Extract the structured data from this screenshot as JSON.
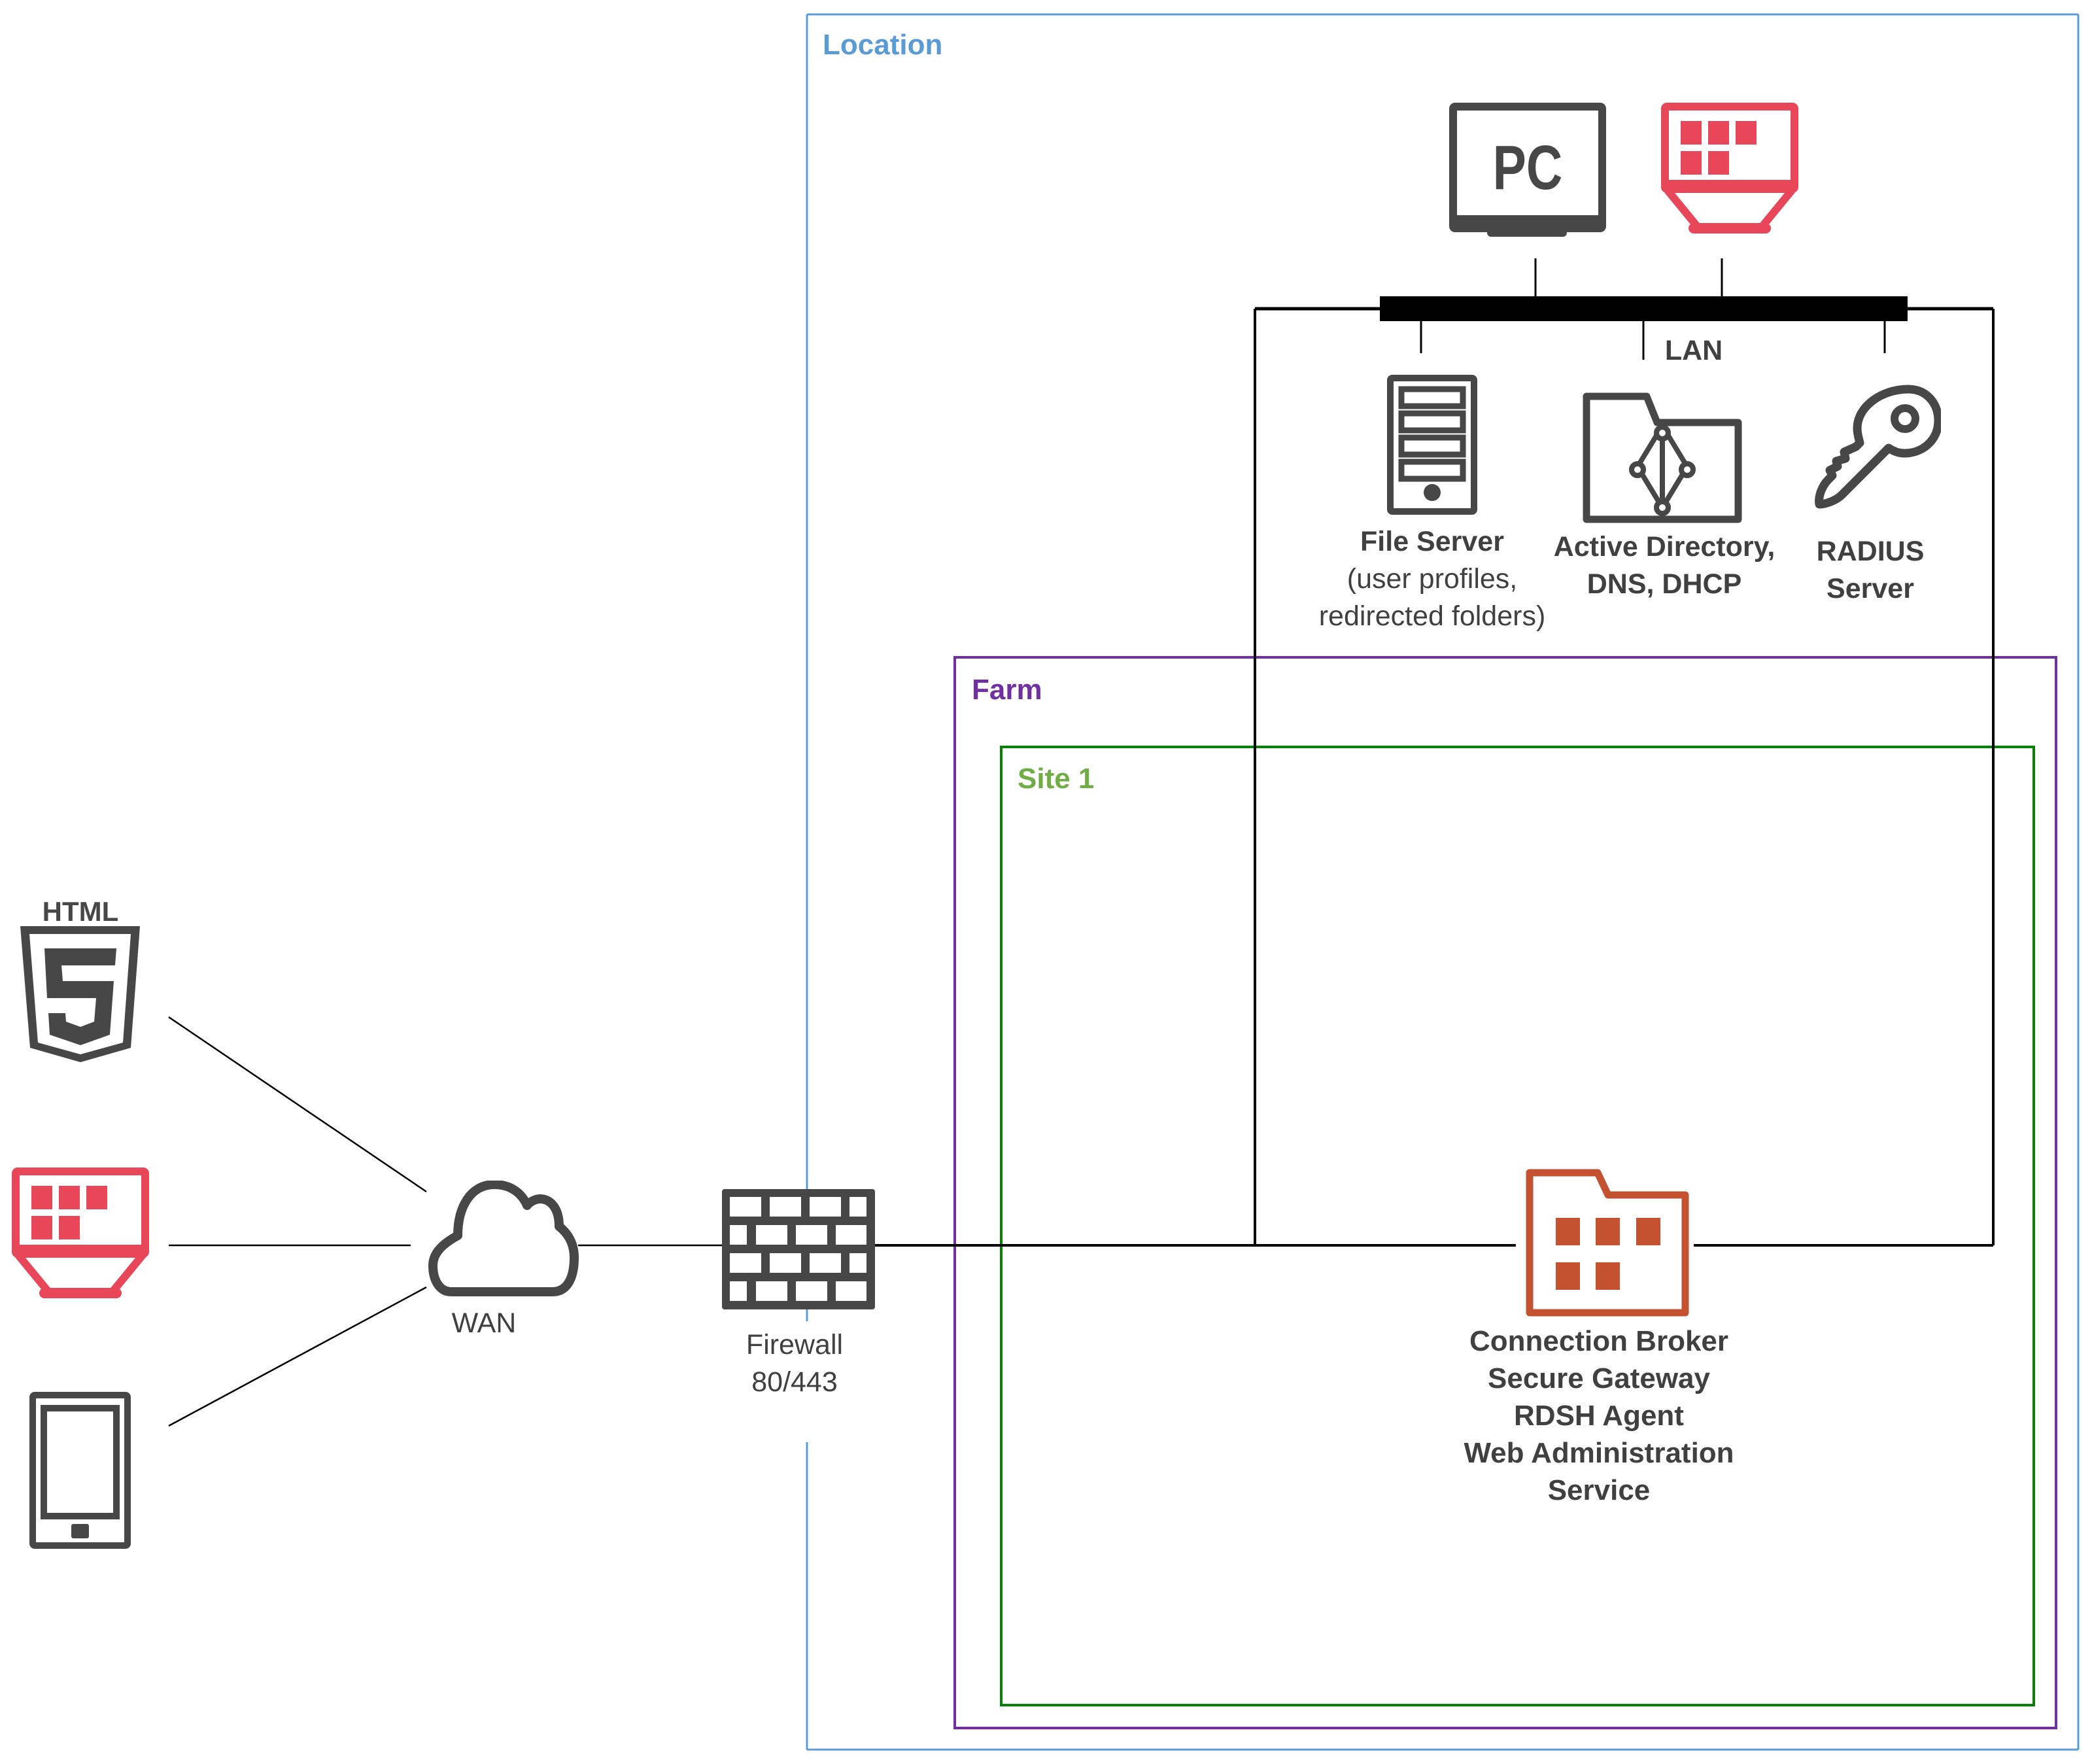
{
  "colors": {
    "location": "#5B9BD5",
    "farm": "#7030A0",
    "site": "#0A7F0A",
    "site_label": "#70AD47",
    "icon_dark": "#474747",
    "icon_red": "#E8475A",
    "icon_broker": "#C4512F",
    "line": "#000000",
    "text": "#404040"
  },
  "containers": {
    "location": {
      "label": "Location"
    },
    "farm": {
      "label": "Farm"
    },
    "site": {
      "label": "Site 1"
    }
  },
  "clients": [
    {
      "id": "html5",
      "icon": "html5-icon",
      "badge": "HTML"
    },
    {
      "id": "thin-client",
      "icon": "thin-client-icon"
    },
    {
      "id": "tablet",
      "icon": "tablet-icon"
    }
  ],
  "wan": {
    "icon": "cloud-icon",
    "label": "WAN"
  },
  "firewall": {
    "icon": "firewall-icon",
    "label_line1": "Firewall",
    "label_line2": "80/443"
  },
  "lan": {
    "label": "LAN",
    "endpoints": [
      {
        "id": "pc",
        "icon": "pc-monitor-icon",
        "text": "PC"
      },
      {
        "id": "thin-client",
        "icon": "thin-client-icon"
      }
    ],
    "servers": [
      {
        "id": "file-server",
        "icon": "server-tower-icon",
        "title": "File Server",
        "sub1": "(user profiles,",
        "sub2": "redirected folders)"
      },
      {
        "id": "active-directory",
        "icon": "directory-folder-icon",
        "line1": "Active Directory,",
        "line2": "DNS, DHCP"
      },
      {
        "id": "radius",
        "icon": "key-icon",
        "line1": "RADIUS",
        "line2": "Server"
      }
    ]
  },
  "broker": {
    "icon": "broker-folder-icon",
    "roles": [
      "Connection Broker",
      "Secure Gateway",
      "RDSH Agent",
      "Web Administration",
      "Service"
    ]
  }
}
